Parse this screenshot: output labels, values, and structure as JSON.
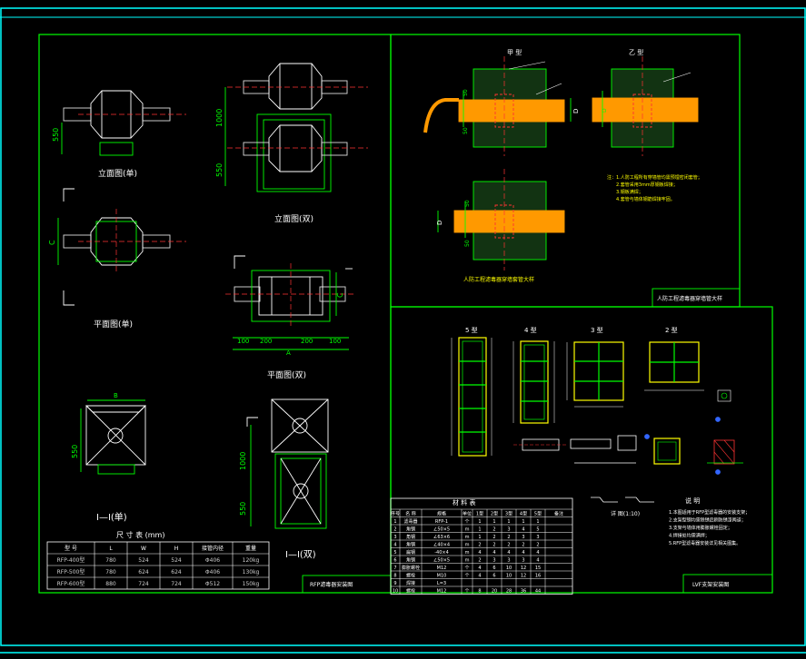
{
  "colors": {
    "background": "#000000",
    "frame": "#00ffff",
    "border": "#00ff00",
    "drawing": "#ffffff",
    "accent": "#ffff00",
    "highlight": "#ff3333",
    "orange": "#ff9900",
    "blue": "#3366ff"
  },
  "left_sheet": {
    "labels": {
      "front_single": "立面图(单)",
      "front_double": "立面图(双)",
      "plan_single": "平面图(单)",
      "plan_double": "平面图(双)",
      "section_single": "Ⅰ—Ⅰ(单)",
      "section_double": "Ⅰ—Ⅰ(双)"
    },
    "dims": {
      "h550a": "550",
      "h1000": "1000",
      "h550b": "550",
      "dim_c1": "C",
      "dim_c2": "C",
      "dim_b": "B",
      "h550c": "550",
      "h1000b": "1000",
      "h550d": "550",
      "d100a": "100",
      "d200a": "200",
      "d200b": "200",
      "d100b": "100",
      "dim_a": "A"
    },
    "size_table": {
      "title": "尺 寸 表 (mm)",
      "headers": [
        "型 号",
        "L",
        "W",
        "H",
        "接管内径",
        "重量"
      ],
      "rows": [
        [
          "RFP-400型",
          "780",
          "524",
          "524",
          "Φ406",
          "120kg"
        ],
        [
          "RFP-500型",
          "780",
          "624",
          "624",
          "Φ406",
          "130kg"
        ],
        [
          "RFP-600型",
          "880",
          "724",
          "724",
          "Φ512",
          "150kg"
        ]
      ]
    },
    "title_block": "RFP滤毒器安装图"
  },
  "right_top": {
    "labels": {
      "detail_a": "甲 型",
      "detail_b": "乙 型",
      "caption": "人防工程滤毒器穿墙套管大样",
      "title_block": "人防工程滤毒器穿墙管大样"
    },
    "dims": {
      "d1": "50",
      "d2": "50",
      "d3": "D",
      "d4": "D",
      "d5": "50",
      "d6": "D",
      "d7": "50"
    },
    "notes": [
      "注：1.人防工程所有穿墙管均需预埋密闭套管；",
      "2.套管采用3mm厚钢板焊接；",
      "3.钢板满焊；",
      "4.套管与墙体钢筋焊接牢固。"
    ]
  },
  "right_bottom": {
    "frame_labels": [
      "5 型",
      "4 型",
      "3 型",
      "2 型"
    ],
    "table": {
      "title": "材 料 表",
      "headers": [
        "序号",
        "名 称",
        "规格",
        "单位",
        "1型",
        "2型",
        "3型",
        "4型",
        "5型",
        "备注"
      ],
      "rows": [
        [
          "1",
          "滤毒器",
          "RFP-1",
          "个",
          "1",
          "1",
          "1",
          "1",
          "1",
          ""
        ],
        [
          "2",
          "角钢",
          "∠50×5",
          "m",
          "1",
          "2",
          "3",
          "4",
          "5",
          ""
        ],
        [
          "3",
          "角钢",
          "∠63×6",
          "m",
          "1",
          "2",
          "2",
          "3",
          "3",
          ""
        ],
        [
          "4",
          "角钢",
          "∠40×4",
          "m",
          "2",
          "2",
          "2",
          "2",
          "2",
          ""
        ],
        [
          "5",
          "扁钢",
          "-40×4",
          "m",
          "4",
          "4",
          "4",
          "4",
          "4",
          ""
        ],
        [
          "6",
          "角钢",
          "∠50×5",
          "m",
          "2",
          "3",
          "3",
          "3",
          "4",
          ""
        ],
        [
          "7",
          "膨胀螺栓",
          "M12",
          "个",
          "4",
          "6",
          "10",
          "12",
          "15",
          ""
        ],
        [
          "8",
          "螺栓",
          "M10",
          "个",
          "4",
          "6",
          "10",
          "12",
          "16",
          ""
        ],
        [
          "9",
          "焊接",
          "L=3",
          "",
          "",
          "",
          "",
          "",
          "",
          ""
        ],
        [
          "10",
          "螺栓",
          "M12",
          "个",
          "8",
          "20",
          "28",
          "36",
          "44",
          ""
        ]
      ]
    },
    "notes_title": "说 明",
    "notes": [
      "1.本图适用于RFP型滤毒器的安装支架；",
      "2.支架型钢均需除锈后刷防锈漆两道；",
      "3.支架与墙体用膨胀螺栓固定；",
      "4.焊接处均需满焊；",
      "5.RFP型滤毒器安装详见相关图集。"
    ],
    "detail_label": "详 图(1:10)",
    "title_block": "LVF支架安装图"
  }
}
